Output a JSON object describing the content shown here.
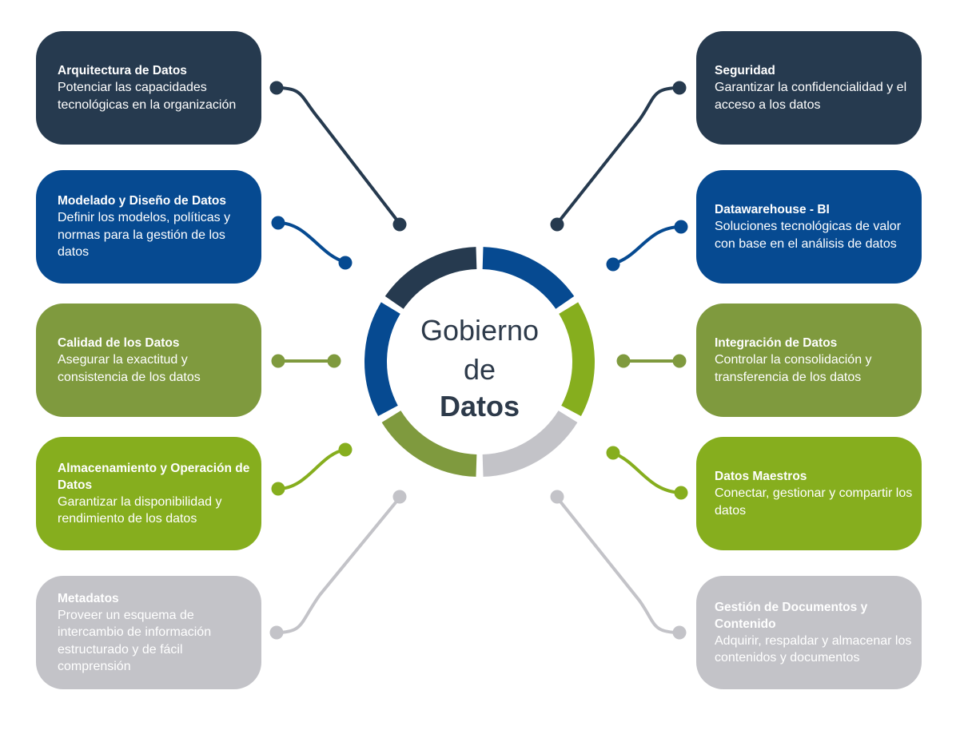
{
  "colors": {
    "navy": "#263a4f",
    "blue": "#064a91",
    "olive": "#7f9a3e",
    "lime": "#86ae1e",
    "gray": "#c3c3c8",
    "center_text": "#2d3a4a"
  },
  "center": {
    "line1": "Gobierno",
    "line2": "de",
    "line3": "Datos"
  },
  "left_items": [
    {
      "title": "Arquitectura de Datos",
      "desc": "Potenciar las capacidades tecnológicas en la organización",
      "color": "navy"
    },
    {
      "title": "Modelado y Diseño de Datos",
      "desc": "Definir los modelos, políticas y normas para la gestión de los datos",
      "color": "blue"
    },
    {
      "title": "Calidad de los Datos",
      "desc": "Asegurar la exactitud y consistencia de los datos",
      "color": "olive"
    },
    {
      "title": "Almacenamiento y Operación de Datos",
      "desc": "Garantizar la disponibilidad y rendimiento de los datos",
      "color": "lime"
    },
    {
      "title": "Metadatos",
      "desc": "Proveer un esquema de intercambio de información estructurado y de fácil comprensión",
      "color": "gray"
    }
  ],
  "right_items": [
    {
      "title": "Seguridad",
      "desc": "Garantizar la confidencialidad y el acceso a los datos",
      "color": "navy"
    },
    {
      "title": "Datawarehouse - BI",
      "desc": "Soluciones tecnológicas de valor con base en el análisis de datos",
      "color": "blue"
    },
    {
      "title": "Integración de Datos",
      "desc": "Controlar la consolidación y transferencia de los datos",
      "color": "olive"
    },
    {
      "title": "Datos Maestros",
      "desc": "Conectar, gestionar y compartir los datos",
      "color": "lime"
    },
    {
      "title": "Gestión de Documentos y Contenido",
      "desc": "Adquirir, respaldar y almacenar los contenidos y documentos",
      "color": "gray"
    }
  ]
}
